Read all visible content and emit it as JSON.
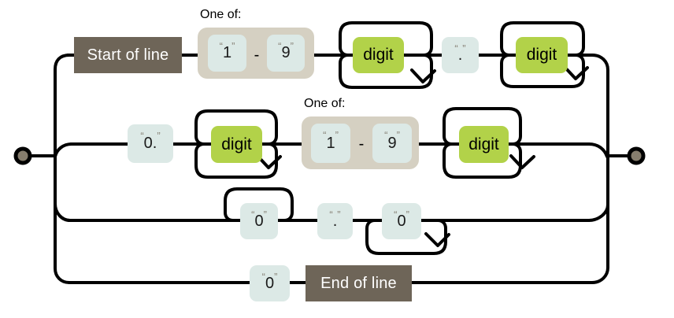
{
  "labels": {
    "one_of": "One of:",
    "range_dash": "-",
    "start_of_line": "Start of line",
    "end_of_line": "End of line",
    "digit": "digit"
  },
  "quotes": {
    "open": "“",
    "close": "”"
  },
  "literals": {
    "row1_range_low": "1",
    "row1_range_high": "9",
    "row1_decimal_point": ".",
    "row2_zero_dot": "0.",
    "row2_range_low": "1",
    "row2_range_high": "9",
    "row3_zero_optional": "0",
    "row3_decimal_point": ".",
    "row3_zero_repeat": "0",
    "row4_zero": "0"
  },
  "colors": {
    "track": "#000000",
    "terminal_fill": "#867d6d",
    "keyword_box": "#6e6558",
    "group_box": "#d5d0c2",
    "literal_box": "#dce9e6",
    "class_box": "#b2d249",
    "quote_text": "#8a857a"
  }
}
